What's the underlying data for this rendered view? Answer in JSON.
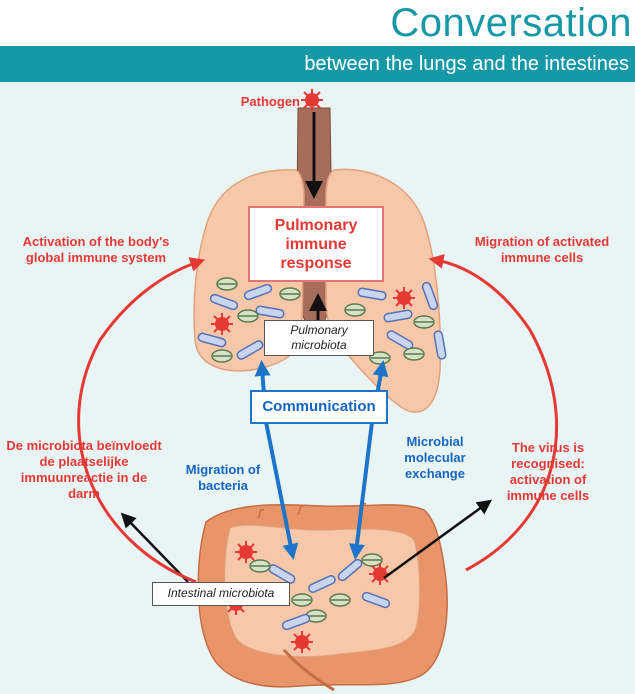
{
  "header": {
    "title": "Conversation",
    "subtitle": "between the lungs and the intestines"
  },
  "labels": {
    "pathogen": "Pathogen",
    "pulmonary_response": "Pulmonary immune response",
    "pulmonary_microbiota": "Pulmonary microbiota",
    "communication": "Communication",
    "activation_global": "Activation of the body's global immune system",
    "migration_activated": "Migration of activated immune cells",
    "microbiota_local": "De microbiota beïnvloedt de plaatselijke immuunreactie in de darm",
    "migration_bacteria": "Migration of bacteria",
    "microbial_exchange": "Microbial molecular exchange",
    "virus_recognised": "The virus is recognised: activation of immune cells",
    "intestinal_microbiota": "Intestinal microbiota"
  },
  "colors": {
    "accent": "#1798a6",
    "red": "#e53935",
    "blue": "#1565c0",
    "lung": "#f6c7a8",
    "intestine": "#e8956a",
    "background": "#e9f5f5"
  },
  "icons": [
    "virus-icon",
    "bacteria-rod-icon",
    "bacteria-oval-icon"
  ]
}
